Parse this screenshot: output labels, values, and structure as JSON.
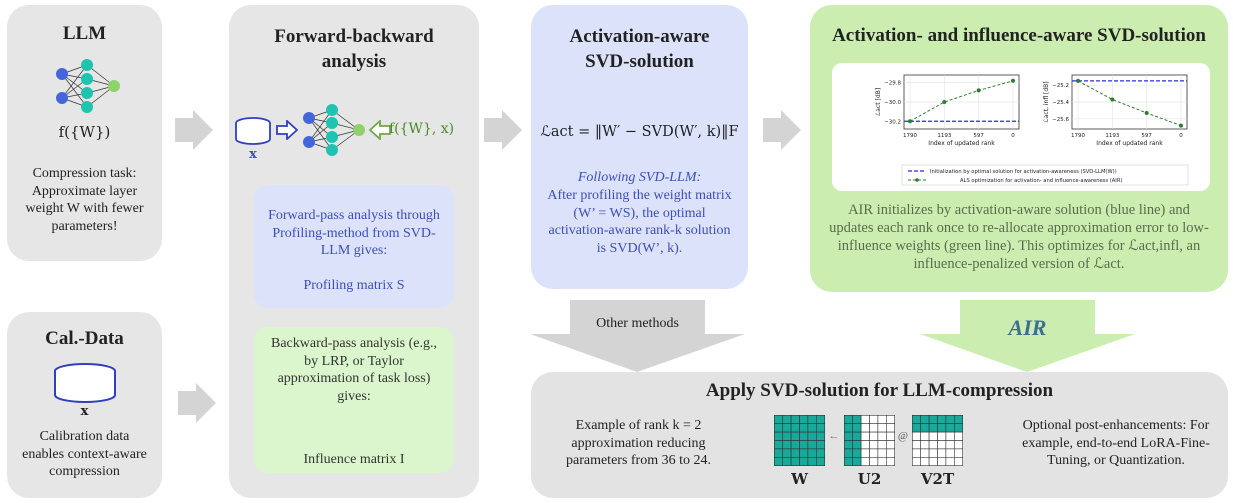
{
  "llm": {
    "title": "LLM",
    "func": "f({W})",
    "desc": "Compression task: Approximate layer weight W with fewer parameters!"
  },
  "caldata": {
    "title": "Cal.-Data",
    "x_label": "x",
    "desc": "Calibration data enables context-aware compression"
  },
  "fb": {
    "title": "Forward-backward analysis",
    "x_label": "x",
    "func": "f({W}, x)",
    "forward_text": "Forward-pass analysis through Profiling-method from SVD-LLM gives:",
    "forward_result": "Profiling matrix S",
    "backward_text": "Backward-pass analysis (e.g., by LRP, or Taylor approximation of task loss) gives:",
    "backward_result": "Influence matrix I"
  },
  "act": {
    "title": "Activation-aware SVD-solution",
    "formula": "ℒact = ‖W′ − SVD(W′, k)‖F",
    "following": "Following SVD-LLM:",
    "desc": "After profiling the weight matrix (W’ = WS), the optimal activation-aware rank-k solution is SVD(W’, k)."
  },
  "air": {
    "title": "Activation- and influence-aware SVD-solution",
    "desc": "AIR initializes by activation-aware solution (blue line) and updates each rank once to re-allocate approximation error to low-influence weights (green line). This optimizes for ℒact,infl, an influence-penalized version of ℒact.",
    "arrow_label": "AIR",
    "legend": [
      "Initialization by optimal solution for activation-awareness (SVD-LLM(W))",
      "ALS optimization for activation- and influence-awareness (AIR)"
    ],
    "colors": {
      "init": "#2b2bd6",
      "als": "#2e7d32"
    }
  },
  "other_methods": "Other methods",
  "apply": {
    "title": "Apply SVD-solution for LLM-compression",
    "example": "Example of rank k = 2 approximation reducing parameters from 36 to 24.",
    "labels": [
      "W",
      "U2",
      "V2T"
    ],
    "ops": [
      "←",
      "@"
    ],
    "post": "Optional post-enhancements: For example, end-to-end LoRA-Fine-Tuning, or Quantization."
  },
  "chart_data": [
    {
      "type": "line",
      "xlabel": "Index of updated rank",
      "ylabel": "ℒact [dB]",
      "x_ticks": [
        "1790",
        "1193",
        "597",
        "0"
      ],
      "y_ticks": [
        "−30.2",
        "−30.0",
        "−29.8"
      ],
      "ylim": [
        -30.28,
        -29.72
      ],
      "series": [
        {
          "values": [
            -30.2,
            -30.0,
            -29.88,
            -29.78
          ]
        },
        {
          "values": [
            -30.2,
            -30.2,
            -30.2,
            -30.2
          ]
        }
      ]
    },
    {
      "type": "line",
      "xlabel": "Index of updated rank",
      "ylabel": "ℒact, infl [dB]",
      "x_ticks": [
        "1790",
        "1193",
        "597",
        "0"
      ],
      "y_ticks": [
        "−25.2",
        "−25.4",
        "−25.6"
      ],
      "ylim": [
        -25.72,
        -25.08
      ],
      "series": [
        {
          "values": [
            -25.15,
            -25.37,
            -25.53,
            -25.68
          ]
        },
        {
          "values": [
            -25.15,
            -25.15,
            -25.15,
            -25.15
          ]
        }
      ]
    }
  ]
}
